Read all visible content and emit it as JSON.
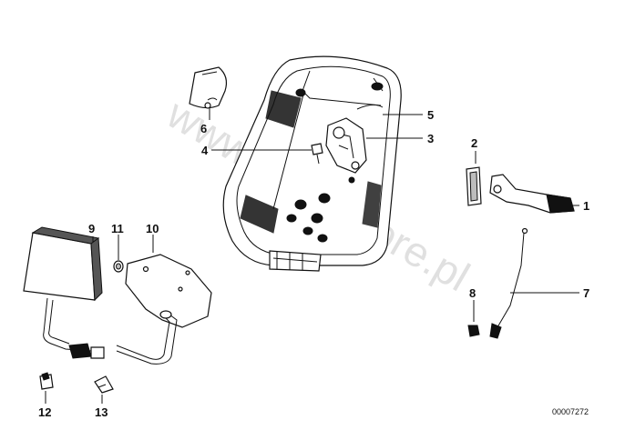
{
  "watermark": "www.BMWstore.pl",
  "diagram_id": "00007272",
  "callouts": [
    "1",
    "2",
    "3",
    "4",
    "5",
    "6",
    "7",
    "8",
    "9",
    "10",
    "11",
    "12",
    "13"
  ]
}
